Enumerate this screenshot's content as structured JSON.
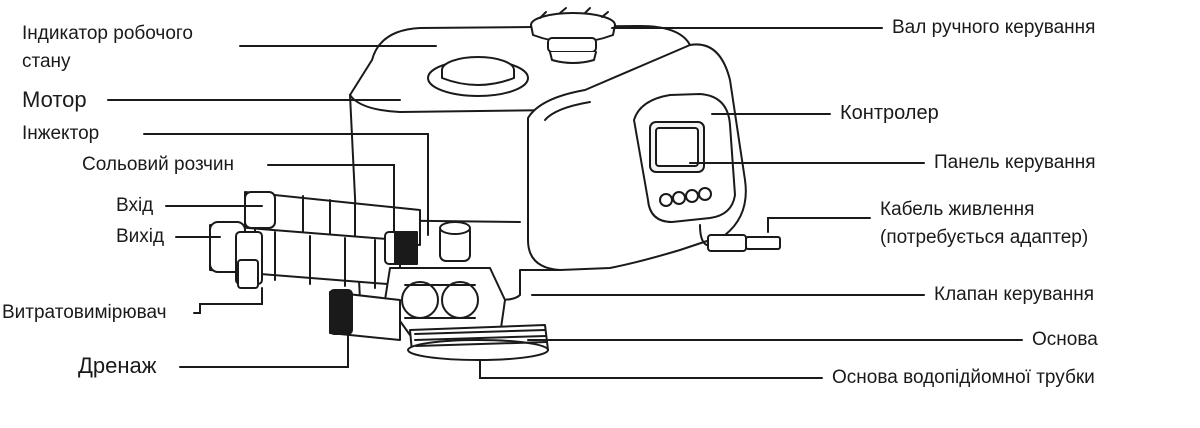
{
  "labels": {
    "indicator_line1": "Індикатор робочого",
    "indicator_line2": "стану",
    "motor": "Мотор",
    "injector": "Інжектор",
    "brine": "Сольовий розчин",
    "inlet": "Вхід",
    "outlet": "Вихід",
    "flowmeter": "Витратовимірювач",
    "drain": "Дренаж",
    "manual_shaft": "Вал ручного керування",
    "controller": "Контролер",
    "control_panel": "Панель керування",
    "power_cable_line1": "Кабель живлення",
    "power_cable_line2": "(потребується адаптер)",
    "control_valve": "Клапан керування",
    "base": "Основа",
    "riser_base": "Основа водопідйомної трубки"
  },
  "colors": {
    "line": "#1a1a1a",
    "fill": "#ffffff",
    "screen": "#f4f4f4"
  }
}
